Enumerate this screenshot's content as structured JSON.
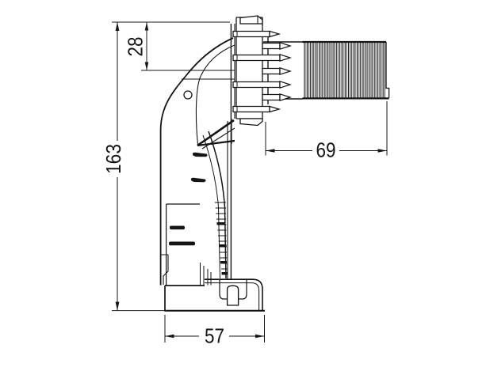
{
  "drawing": {
    "dim_labels": {
      "total_height": "163",
      "top_offset": "28",
      "thread_length": "69",
      "base_width": "57"
    },
    "colors": {
      "ink": "#151515",
      "background": "#ffffff"
    }
  }
}
